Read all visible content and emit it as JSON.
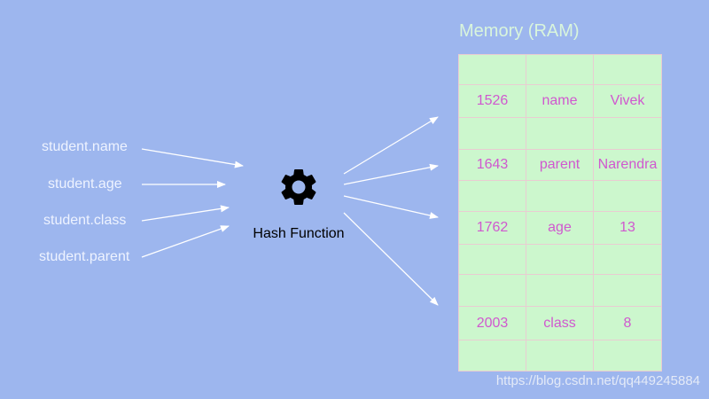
{
  "keys": [
    "student.name",
    "student.age",
    "student.class",
    "student.parent"
  ],
  "hash_function": {
    "label": "Hash Function",
    "icon": "gear-icon"
  },
  "memory": {
    "title": "Memory (RAM)",
    "rows": [
      [
        "",
        "",
        ""
      ],
      [
        "1526",
        "name",
        "Vivek"
      ],
      [
        "",
        "",
        ""
      ],
      [
        "1643",
        "parent",
        "Narendra"
      ],
      [
        "",
        "",
        ""
      ],
      [
        "1762",
        "age",
        "13"
      ],
      [
        "",
        "",
        ""
      ],
      [
        "",
        "",
        ""
      ],
      [
        "2003",
        "class",
        "8"
      ],
      [
        "",
        "",
        ""
      ]
    ]
  },
  "watermark": "https://blog.csdn.net/qq449245884",
  "colors": {
    "background": "#9db6ee",
    "key_text": "#eef3ff",
    "arrow": "#ffffff",
    "memory_fill": "#ccf7cd",
    "memory_border": "#e9ccd2",
    "memory_text": "#d058cf",
    "memory_title": "#d9f5dc"
  }
}
